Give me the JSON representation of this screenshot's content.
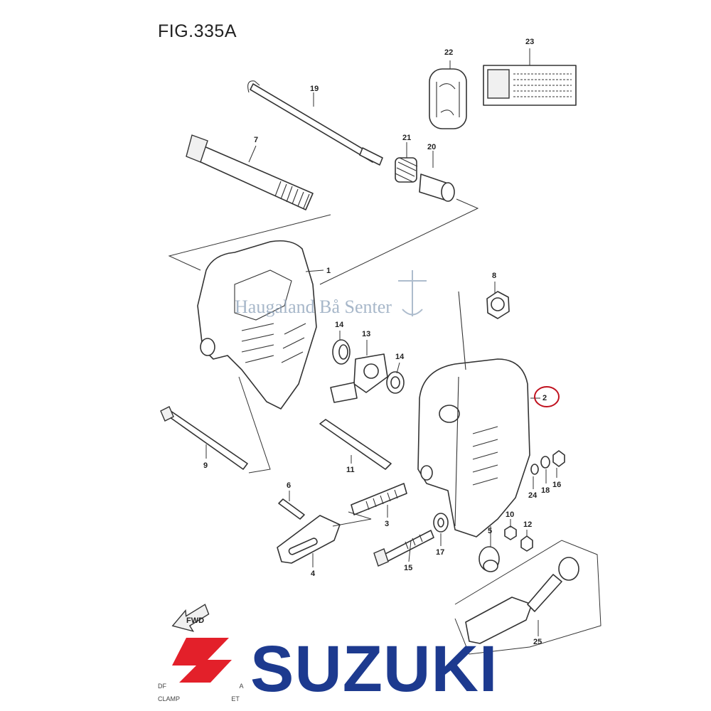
{
  "figure": {
    "title": "FIG.335A"
  },
  "parts": [
    {
      "id": "1",
      "label": "1"
    },
    {
      "id": "2",
      "label": "2"
    },
    {
      "id": "3",
      "label": "3"
    },
    {
      "id": "4",
      "label": "4"
    },
    {
      "id": "5",
      "label": "5"
    },
    {
      "id": "6",
      "label": "6"
    },
    {
      "id": "7",
      "label": "7"
    },
    {
      "id": "8",
      "label": "8"
    },
    {
      "id": "9",
      "label": "9"
    },
    {
      "id": "10",
      "label": "10"
    },
    {
      "id": "11",
      "label": "11"
    },
    {
      "id": "12",
      "label": "12"
    },
    {
      "id": "13",
      "label": "13"
    },
    {
      "id": "14a",
      "label": "14"
    },
    {
      "id": "14b",
      "label": "14"
    },
    {
      "id": "15",
      "label": "15"
    },
    {
      "id": "16",
      "label": "16"
    },
    {
      "id": "17",
      "label": "17"
    },
    {
      "id": "18",
      "label": "18"
    },
    {
      "id": "19",
      "label": "19"
    },
    {
      "id": "20",
      "label": "20"
    },
    {
      "id": "21",
      "label": "21"
    },
    {
      "id": "22",
      "label": "22"
    },
    {
      "id": "23",
      "label": "23"
    },
    {
      "id": "24",
      "label": "24"
    },
    {
      "id": "25",
      "label": "25"
    }
  ],
  "highlight": {
    "part": "2",
    "color": "#c0121f"
  },
  "watermark": {
    "text": "Haugaland Bå Senter"
  },
  "fwd_label": "FWD",
  "caption": {
    "line1": "DF",
    "line1b": "A",
    "line2": "CLAMP",
    "line2b": "ET"
  },
  "brand": {
    "name": "SUZUKI",
    "text_color": "#1d3a8f",
    "mark_color": "#e3202a"
  }
}
